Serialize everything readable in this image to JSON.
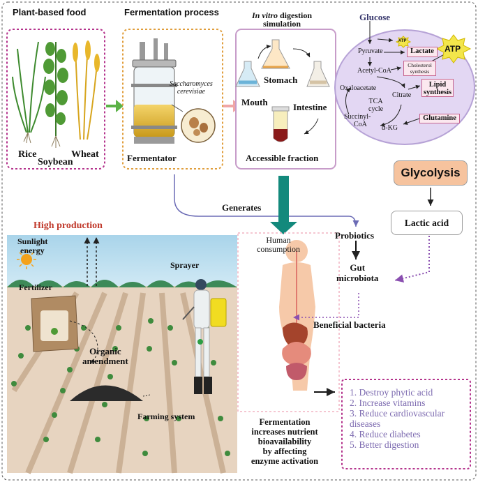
{
  "plant_food": {
    "title": "Plant-based food",
    "rice": "Rice",
    "soybean": "Soybean",
    "wheat": "Wheat"
  },
  "fermentation": {
    "title": "Fermentation process",
    "organism_line1": "Saccharomyces",
    "organism_line2": "cerevisiae",
    "fermentator": "Fermentator"
  },
  "digestion": {
    "title_italic": "In vitro",
    "title_rest": " digestion",
    "title_line2": "simulation",
    "mouth": "Mouth",
    "stomach": "Stomach",
    "intestine": "Intestine",
    "accessible": "Accessible fraction"
  },
  "metabolism": {
    "glucose": "Glucose",
    "atp_small": "ATP",
    "atp_big": "ATP",
    "pyruvate": "Pyruvate",
    "lactate": "Lactate",
    "cholesterol_line1": "Cholesterol",
    "cholesterol_line2": "synthesis",
    "acetyl_coa": "Acetyl-CoA",
    "oxaloacetate": "Oxaloacetate",
    "citrate": "Citrate",
    "lipid_line1": "Lipid",
    "lipid_line2": "synthesis",
    "tca_line1": "TCA",
    "tca_line2": "cycle",
    "succinyl_line1": "Succinyl-",
    "succinyl_line2": "CoA",
    "akg": "α-KG",
    "glutamine": "Glutamine"
  },
  "glycolysis": "Glycolysis",
  "lactic_acid": "Lactic acid",
  "generates": "Generates",
  "probiotics": "Probiotics",
  "gut_line1": "Gut",
  "gut_line2": "microbiota",
  "beneficial": "Beneficial bacteria",
  "human_line1": "Human",
  "human_line2": "consumption",
  "farm": {
    "high_production": "High production",
    "sunlight_line1": "Sunlight",
    "sunlight_line2": "energy",
    "fertilizer": "Fertilizer",
    "sprayer": "Sprayer",
    "organic_line1": "Organic",
    "organic_line2": "amendment",
    "farming_system": "Farming system"
  },
  "conclusion": [
    "Fermentation",
    "increases nutrient",
    "bioavailability",
    "by affecting",
    "enzyme activation"
  ],
  "benefits": [
    "1. Destroy phytic acid",
    "2. Increase vitamins",
    "3. Reduce  cardiovascular",
    "diseases",
    "4. Reduce diabetes",
    "5. Better digestion"
  ],
  "colors": {
    "highlight_red": "#c0392b",
    "benefit_text": "#7d6bb0",
    "teal_arrow": "#13897c",
    "glycolysis_fill": "#f6c39e",
    "mito_fill": "#e3d7f3",
    "green_arrow": "#5cb247",
    "pink_arrow": "#f0a6a6"
  }
}
